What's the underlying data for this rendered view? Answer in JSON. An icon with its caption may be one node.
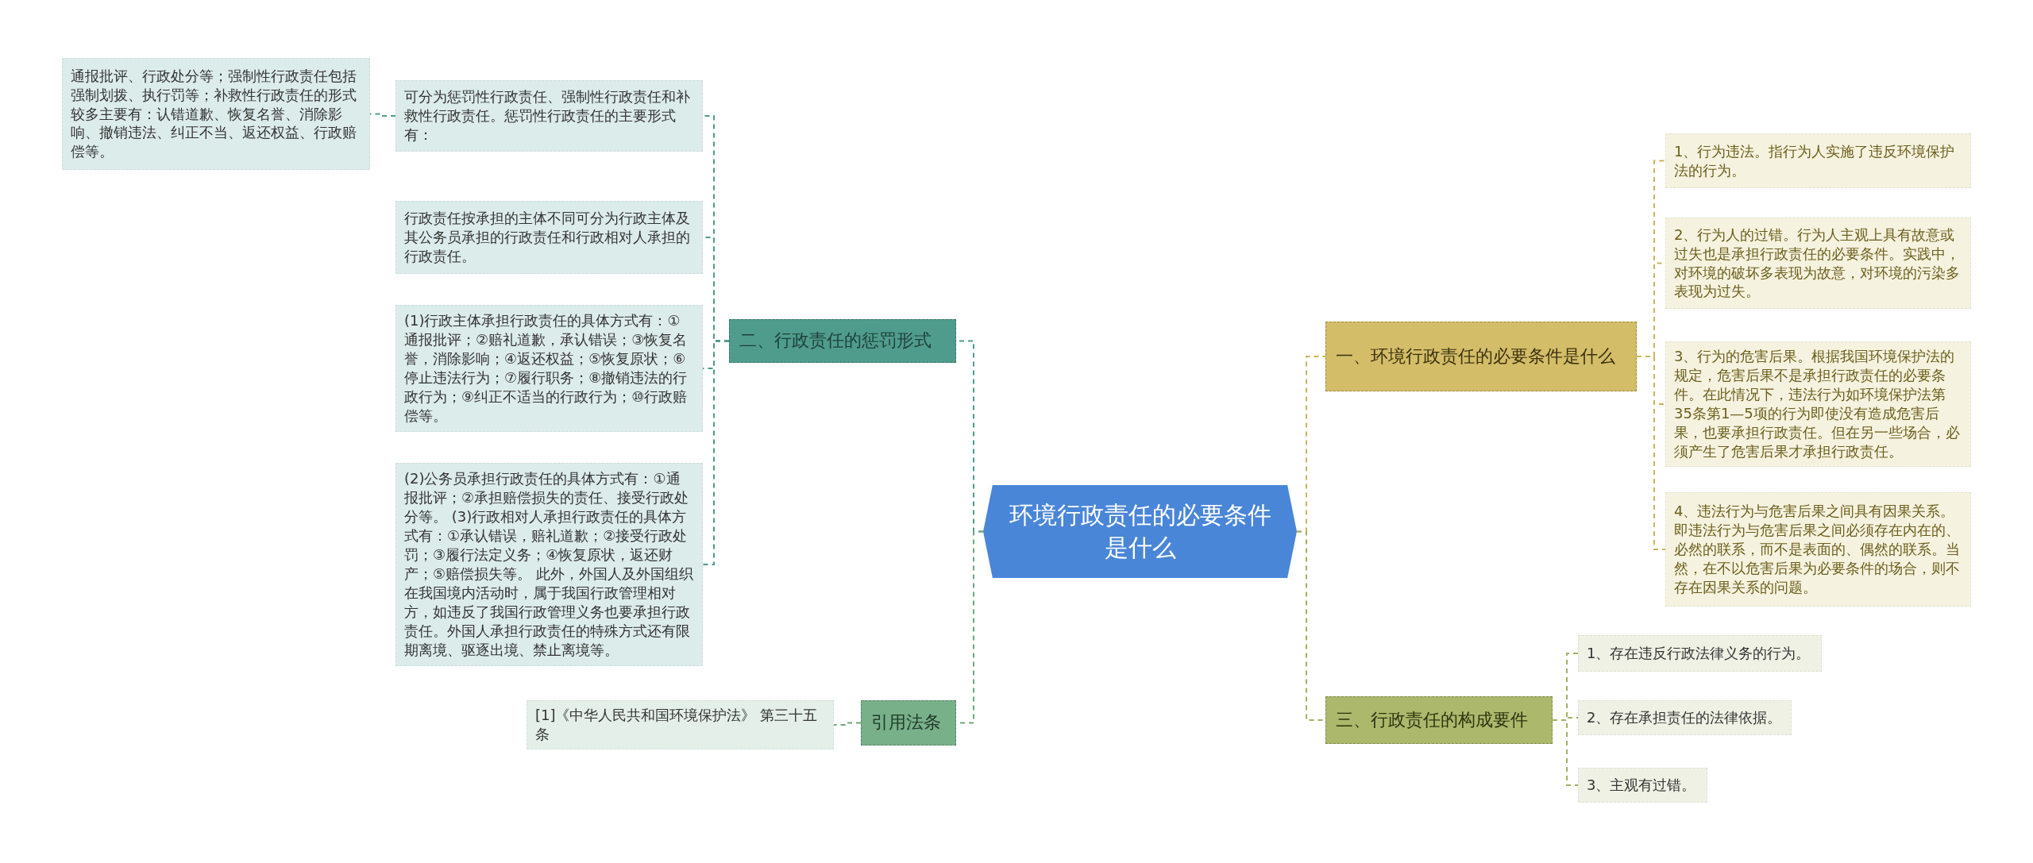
{
  "diagram": {
    "nodes": [
      {
        "text": [
          "环境行政责任的必要条件是什么"
        ]
      },
      {
        "text": [
          "二、行政责任的惩罚形式"
        ]
      },
      {
        "text": [
          "可分为惩罚性行政责任、强制性行政责任和补救性行政责任。惩罚性行政责任的主要形式有："
        ]
      },
      {
        "text": [
          "通报批评、行政处分等；强制性行政责任包括强制划拨、执行罚等；补救性行政责任的形式较多主要有：认错道歉、恢复名誉、消除影响、撤销违法、纠正不当、返还权益、行政赔偿等。"
        ]
      },
      {
        "text": [
          "行政责任按承担的主体不同可分为行政主体及其公务员承担的行政责任和行政相对人承担的行政责任。"
        ]
      },
      {
        "text": [
          "(1)行政主体承担行政责任的具体方式有：①通报批评；②赔礼道歉，承认错误；③恢复名誉，消除影响；④返还权益；⑤恢复原状；⑥停止违法行为；⑦履行职务；⑧撤销违法的行政行为；⑨纠正不适当的行政行为；⑩行政赔偿等。"
        ]
      },
      {
        "text": [
          "(2)公务员承担行政责任的具体方式有：①通报批评；②承担赔偿损失的责任、接受行政处分等。 (3)行政相对人承担行政责任的具体方式有：①承认错误，赔礼道歉；②接受行政处罚；③履行法定义务；④恢复原状，返还财产；⑤赔偿损失等。 此外，外国人及外国组织在我国境内活动时，属于我国行政管理相对方，如违反了我国行政管理义务也要承担行政责任。外国人承担行政责任的特殊方式还有限期离境、驱逐出境、禁止离境等。"
        ]
      },
      {
        "text": [
          "引用法条"
        ]
      },
      {
        "text": [
          "[1]《中华人民共和国环境保护法》 第三十五条"
        ]
      },
      {
        "text": [
          "一、环境行政责任的必要条件是什么"
        ]
      },
      {
        "text": [
          "1、行为违法。指行为人实施了违反环境保护法的行为。"
        ]
      },
      {
        "text": [
          "2、行为人的过错。行为人主观上具有故意或过失也是承担行政责任的必要条件。实践中，对环境的破坏多表现为故意，对环境的污染多表现为过失。"
        ]
      },
      {
        "text": [
          "3、行为的危害后果。根据我国环境保护法的规定，危害后果不是承担行政责任的必要条件。在此情况下，违法行为如环境保护法第35条第1—5项的行为即使没有造成危害后果，也要承担行政责任。但在另一些场合，必须产生了危害后果才承担行政责任。"
        ]
      },
      {
        "text": [
          "4、违法行为与危害后果之间具有因果关系。即违法行为与危害后果之间必须存在内在的、必然的联系，而不是表面的、偶然的联系。当然，在不以危害后果为必要条件的场合，则不存在因果关系的问题。"
        ]
      },
      {
        "text": [
          "三、行政责任的构成要件"
        ]
      },
      {
        "text": [
          "1、存在违反行政法律义务的行为。"
        ]
      },
      {
        "text": [
          "2、存在承担责任的法律依据。"
        ]
      },
      {
        "text": [
          "3、主观有过错。"
        ]
      }
    ],
    "edges": [
      {
        "from": 0,
        "to": 1,
        "arrow": "none",
        "style": "dashed",
        "color": "#4e9a8a"
      },
      {
        "from": 1,
        "to": 2,
        "arrow": "none",
        "style": "dashed",
        "color": "#4e9a8a"
      },
      {
        "from": 2,
        "to": 3,
        "arrow": "none",
        "style": "dashed",
        "color": "#4e9a8a"
      },
      {
        "from": 1,
        "to": 4,
        "arrow": "none",
        "style": "dashed",
        "color": "#4e9a8a"
      },
      {
        "from": 1,
        "to": 5,
        "arrow": "none",
        "style": "dashed",
        "color": "#4e9a8a"
      },
      {
        "from": 1,
        "to": 6,
        "arrow": "none",
        "style": "dashed",
        "color": "#4e9a8a"
      },
      {
        "from": 0,
        "to": 7,
        "arrow": "none",
        "style": "dashed",
        "color": "#6fa67e"
      },
      {
        "from": 7,
        "to": 8,
        "arrow": "none",
        "style": "dashed",
        "color": "#6fa67e"
      },
      {
        "from": 0,
        "to": 9,
        "arrow": "none",
        "style": "dashed",
        "color": "#c9b45c"
      },
      {
        "from": 9,
        "to": 10,
        "arrow": "none",
        "style": "dashed",
        "color": "#c9b45c"
      },
      {
        "from": 9,
        "to": 11,
        "arrow": "none",
        "style": "dashed",
        "color": "#c9b45c"
      },
      {
        "from": 9,
        "to": 12,
        "arrow": "none",
        "style": "dashed",
        "color": "#c9b45c"
      },
      {
        "from": 9,
        "to": 13,
        "arrow": "none",
        "style": "dashed",
        "color": "#c9b45c"
      },
      {
        "from": 0,
        "to": 14,
        "arrow": "none",
        "style": "dashed",
        "color": "#a3b063"
      },
      {
        "from": 14,
        "to": 15,
        "arrow": "none",
        "style": "dashed",
        "color": "#a3b063"
      },
      {
        "from": 14,
        "to": 16,
        "arrow": "none",
        "style": "dashed",
        "color": "#a3b063"
      },
      {
        "from": 14,
        "to": 17,
        "arrow": "none",
        "style": "dashed",
        "color": "#a3b063"
      }
    ]
  }
}
